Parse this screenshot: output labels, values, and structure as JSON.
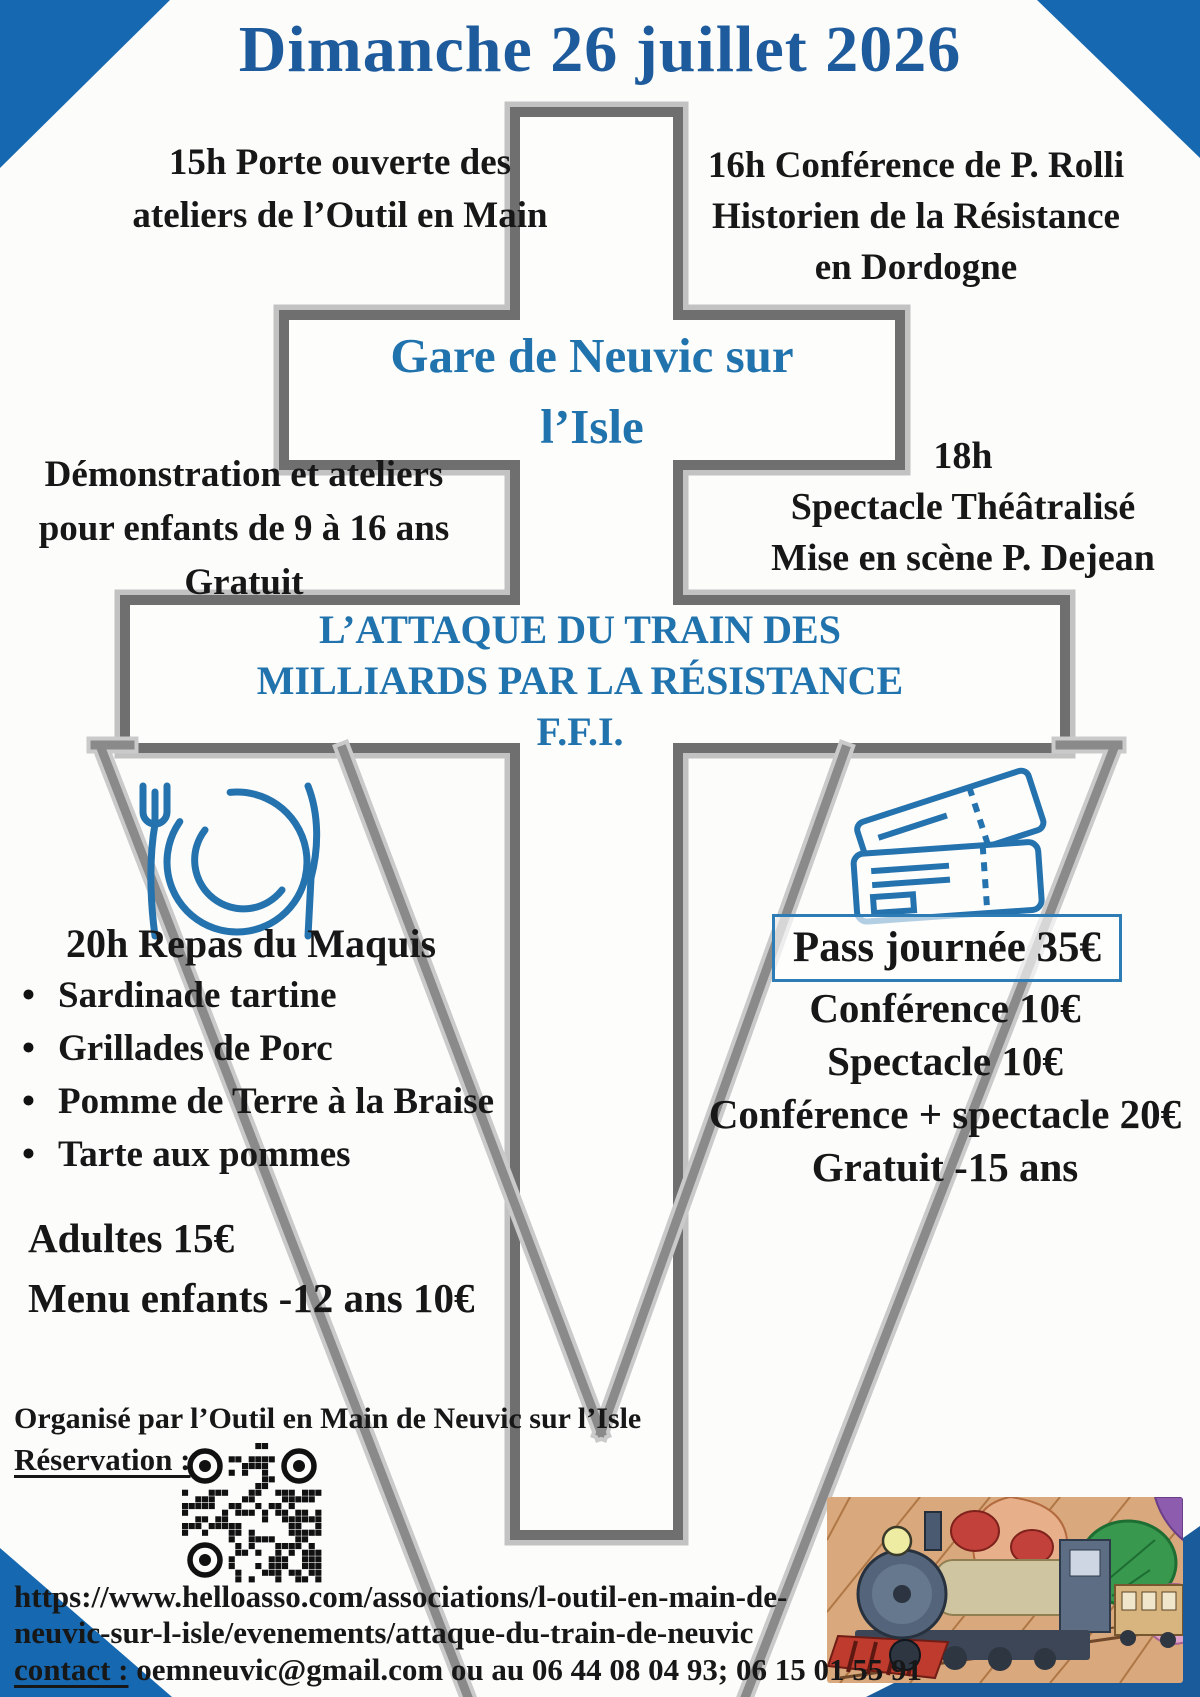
{
  "poster": {
    "title": "Dimanche 26 juillet 2026",
    "event_15h": {
      "time": "15h",
      "line1_rest": " Porte ouverte des",
      "line2": "ateliers de l’Outil en Main"
    },
    "event_16h": {
      "time": "16h",
      "line1_rest": " Conférence de P. Rolli",
      "line2": "Historien de la Résistance",
      "line3": "en Dordogne"
    },
    "venue": {
      "line1": "Gare de Neuvic sur",
      "line2": "l’Isle"
    },
    "workshops": {
      "line1": "Démonstration et ateliers",
      "line2": "pour enfants de 9 à 16 ans",
      "line3": "Gratuit"
    },
    "event_18h": {
      "time": "18h",
      "line2": "Spectacle Théâtralisé",
      "line3": "Mise en scène P. Dejean"
    },
    "show_title": {
      "line1": "L’ATTAQUE DU TRAIN DES",
      "line2": "MILLIARDS PAR LA RÉSISTANCE",
      "line3": "F.F.I."
    },
    "dinner": {
      "time": "20h",
      "title_rest": " Repas du Maquis",
      "items": [
        "Sardinade tartine",
        "Grillades de Porc",
        "Pomme de Terre à la Braise",
        "Tarte aux pommes"
      ],
      "price_adults": "Adultes 15€",
      "price_children": "Menu enfants -12 ans 10€"
    },
    "pricing": {
      "day_pass": "Pass journée 35€",
      "rows": [
        "Conférence 10€",
        "Spectacle 10€",
        "Conférence + spectacle 20€",
        "Gratuit -15 ans"
      ]
    },
    "footer": {
      "organizer": "Organisé par l’Outil en Main de Neuvic sur l’Isle",
      "reservation_label": "Réservation :",
      "url_line1": "https://www.helloasso.com/associations/l-outil-en-main-de-",
      "url_line2": "neuvic-sur-l-isle/evenements/attaque-du-train-de-neuvic",
      "contact_label": "contact :",
      "contact_rest": " oemneuvic@gmail.com ou au 06 44 08 04 93; 06 15 01 55 91"
    },
    "icons": {
      "left": "cutlery-plate-icon",
      "right": "tickets-icon"
    },
    "colors": {
      "corner_blue": "#1668b1",
      "title_blue": "#1e5b9d",
      "accent_blue": "#2173ae",
      "box_blue": "#2e7cb5",
      "cross_gray": "#6f6f6f",
      "v_gray": "#8a8a8a",
      "bottom_blue": "#1a5b9c"
    }
  }
}
